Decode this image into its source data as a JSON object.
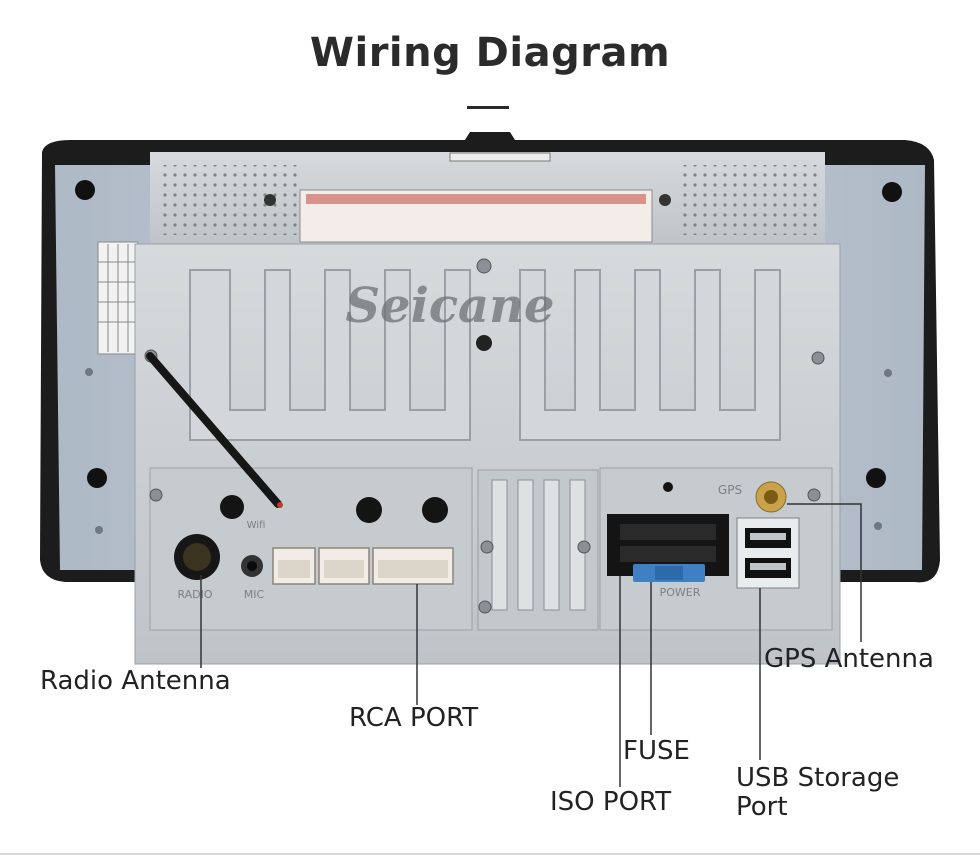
{
  "title": "Wiring Diagram",
  "brand_watermark": "Seicane",
  "panel_labels": {
    "radio": "RADIO",
    "mic": "MIC",
    "wifi": "Wifi",
    "gps": "GPS",
    "power": "POWER"
  },
  "callouts": {
    "radio_antenna": "Radio Antenna",
    "rca_port": "RCA PORT",
    "fuse": "FUSE",
    "iso_port": "ISO PORT",
    "gps_antenna": "GPS Antenna",
    "usb_storage_line1": "USB Storage",
    "usb_storage_line2": "Port"
  },
  "colors": {
    "frame": "#1c1c1c",
    "bezel": "#b9c3cf",
    "metal": "#c9ced3",
    "metal_dark": "#a9afb5",
    "connector_black": "#141414",
    "fuse_blue": "#3f7fc4",
    "gps_gold": "#c9a24a",
    "leader_line": "#333333"
  }
}
